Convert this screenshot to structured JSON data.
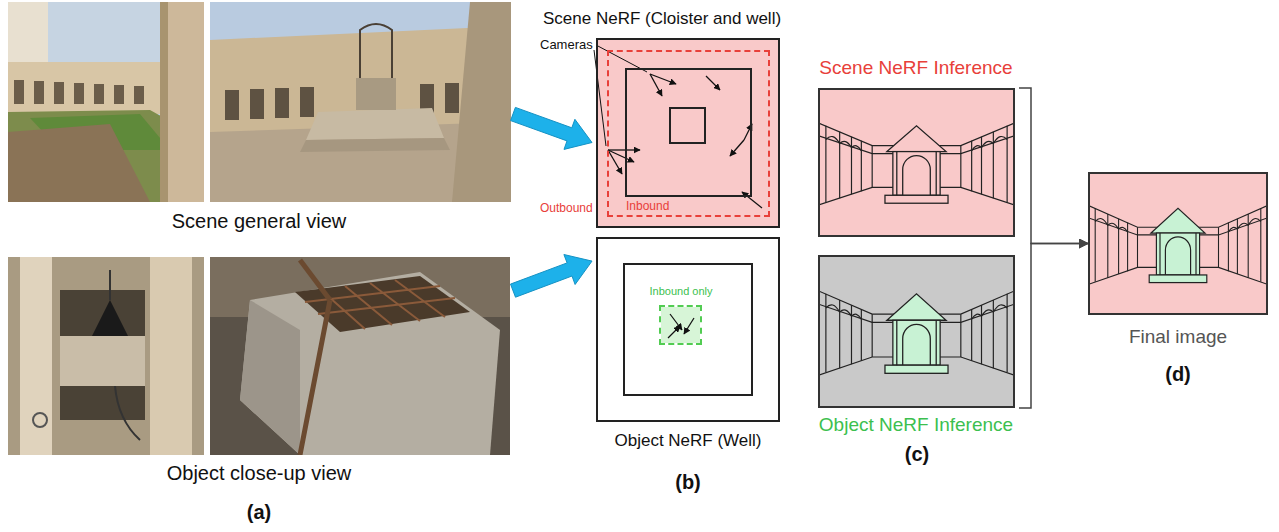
{
  "diagram": {
    "nodes": [
      {
        "text": [
          "Scene general view"
        ]
      },
      {
        "text": [
          "Object close-up view"
        ]
      },
      {
        "text": [
          "Scene NeRF (Cloister and well)"
        ]
      },
      {
        "text": [
          "Outbound"
        ],
        "in": 2
      },
      {
        "text": [
          "Inbound"
        ],
        "in": 3
      },
      {
        "text": [
          "Object NeRF (Well)"
        ]
      },
      {
        "text": [
          "Inbound only"
        ],
        "in": 5
      },
      {
        "text": [
          "Scene NeRF Inference"
        ]
      },
      {
        "text": [
          "Object NeRF Inference"
        ]
      },
      {
        "text": [
          "Final image"
        ]
      }
    ],
    "edges": [
      {
        "from": 0,
        "to": 2,
        "arrow": "to"
      },
      {
        "from": 1,
        "to": 5,
        "arrow": "to"
      },
      {
        "from": 7,
        "to": 9,
        "arrow": "to"
      },
      {
        "from": 8,
        "to": 9,
        "arrow": "to"
      }
    ],
    "labels": [
      "Cameras",
      "(a)",
      "(b)",
      "(c)",
      "(d)"
    ]
  }
}
